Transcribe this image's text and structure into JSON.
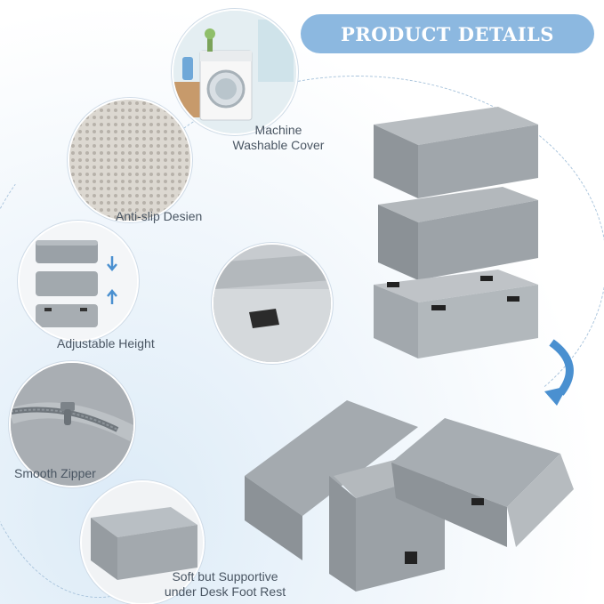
{
  "banner": {
    "title": "PRODUCT DETAILS"
  },
  "features": {
    "washable": {
      "line1": "Machine",
      "line2": "Washable Cover",
      "icon": "washing-machine-icon"
    },
    "antislip": {
      "label": "Anti-slip Desien",
      "icon": "anti-slip-dots-icon"
    },
    "height": {
      "label": "Adjustable Height",
      "icon": "stacked-blocks-icon"
    },
    "zipper": {
      "label": "Smooth Zipper",
      "icon": "zipper-icon"
    },
    "support": {
      "line1": "Soft but Supportive",
      "line2": "under Desk Foot Rest",
      "icon": "foot-rest-block-icon"
    }
  },
  "colors": {
    "banner": "#8cb8e0",
    "foam_gray": "#9ea5ab",
    "accent_blue": "#4a90d0"
  }
}
